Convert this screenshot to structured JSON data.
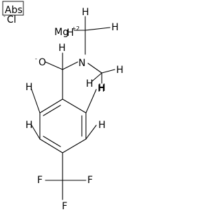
{
  "stereo_flag": "Abs",
  "counterions": {
    "chloride": "Cl",
    "chloride_charge": "-",
    "magnesium": "Mg",
    "magnesium_charge": "+2"
  },
  "atoms": {
    "alkoxide_o": "O",
    "alkoxide_charge": "-",
    "amine_n": "N",
    "fluorines": [
      "F",
      "F",
      "F"
    ],
    "hydrogen": "H"
  }
}
